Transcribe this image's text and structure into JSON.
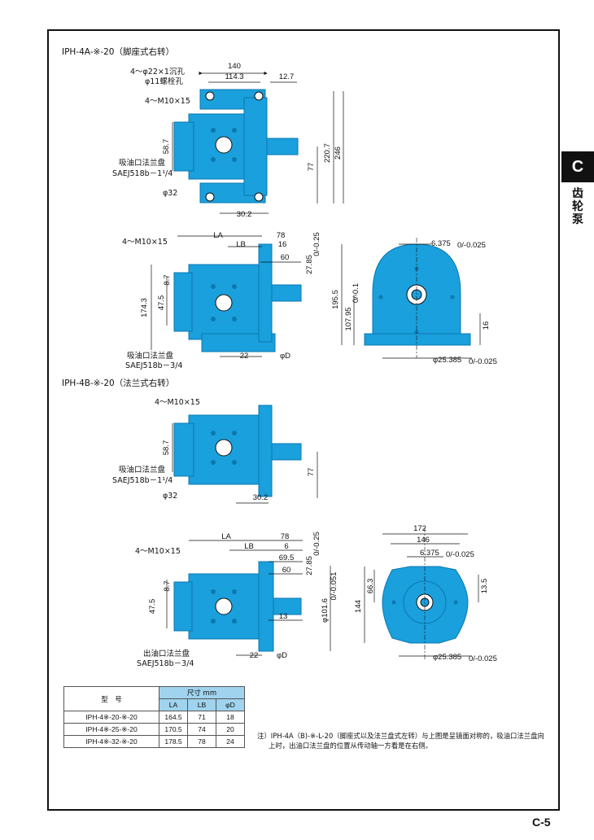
{
  "sidebar": {
    "letter": "C",
    "label": "齿轮泵"
  },
  "page_number": "C-5",
  "colors": {
    "pump_body": "#1aa0dc",
    "pump_dark": "#0b78b0",
    "table_header": "#9fd3ee"
  },
  "section_a": {
    "title": "IPH-4A-※-20（脚座式右转）",
    "top_view": {
      "dims": {
        "w140": "140",
        "w114": "114.3",
        "w12": "12.7",
        "h246": "246",
        "h220": "220.7",
        "h77": "77",
        "h58": "58.7",
        "w30": "30.2"
      },
      "labels": {
        "holes1": "4～φ22×1沉孔",
        "holes2": "φ11螺栓孔",
        "m10": "4～M10×15",
        "suction1": "吸油口法兰盘",
        "suction2": "SAEJ518b－1¹/4",
        "phi32": "φ32"
      }
    },
    "side_view": {
      "dims": {
        "la": "LA",
        "lb": "LB",
        "d78": "78",
        "d16": "16",
        "d60": "60",
        "d27": "27.85",
        "tol27": "0/-0.25",
        "d8": "8.7",
        "d47": "47.5",
        "d174": "174.3",
        "d22": "22",
        "phid": "φD"
      },
      "labels": {
        "m10": "4～M10×15",
        "suction1": "吸油口法兰盘",
        "suction2": "SAEJ518b－3/4"
      }
    },
    "end_view": {
      "dims": {
        "d6375": "6.375",
        "tol6375": "0/-0.025",
        "h195": "195.5",
        "h107": "107.95",
        "tol107": "0/-0.1",
        "d16": "16",
        "d25385": "φ25.385",
        "tol25385": "0/-0.025"
      }
    }
  },
  "section_b": {
    "title": "IPH-4B-※-20（法兰式右转）",
    "top_view": {
      "dims": {
        "h58": "58.7",
        "h77": "77",
        "w30": "30.2"
      },
      "labels": {
        "m10": "4～M10×15",
        "suction1": "吸油口法兰盘",
        "suction2": "SAEJ518b－1¹/4",
        "phi32": "φ32"
      }
    },
    "side_view": {
      "dims": {
        "la": "LA",
        "lb": "LB",
        "d78": "78",
        "d6": "6",
        "d69": "69.5",
        "d60": "60",
        "d27": "27.85",
        "tol27": "0/-0.25",
        "d8": "8.7",
        "d47": "47.5",
        "d13": "13",
        "d101": "φ101.6",
        "tol101": "0/-0.051",
        "d22": "22",
        "phid": "φD"
      },
      "labels": {
        "m10": "4～M10×15",
        "outlet1": "出油口法兰盘",
        "outlet2": "SAEJ518b－3/4"
      }
    },
    "end_view": {
      "dims": {
        "w172": "172",
        "w146": "146",
        "d6375": "6.375",
        "tol6375": "0/-0.025",
        "d13": "13.5",
        "d66": "66.3",
        "h144": "144",
        "d25385": "φ25.385",
        "tol25385": "0/-0.025"
      }
    }
  },
  "spec_table": {
    "header_model": "型　号",
    "header_dim": "尺寸 mm",
    "columns": [
      "LA",
      "LB",
      "φD"
    ],
    "rows": [
      {
        "model": "IPH-4※-20-※-20",
        "la": "164.5",
        "lb": "71",
        "d": "18"
      },
      {
        "model": "IPH-4※-25-※-20",
        "la": "170.5",
        "lb": "74",
        "d": "20"
      },
      {
        "model": "IPH-4※-32-※-20",
        "la": "178.5",
        "lb": "78",
        "d": "24"
      }
    ]
  },
  "note": {
    "line1": "注）IPH-4A（B)-※-L-20（脚座式以及法兰盘式左转）与上图是呈镜面对称的，吸油口法兰盘向",
    "line2": "上时，出油口法兰盘的位置从传动轴一方看是在右侧。"
  }
}
